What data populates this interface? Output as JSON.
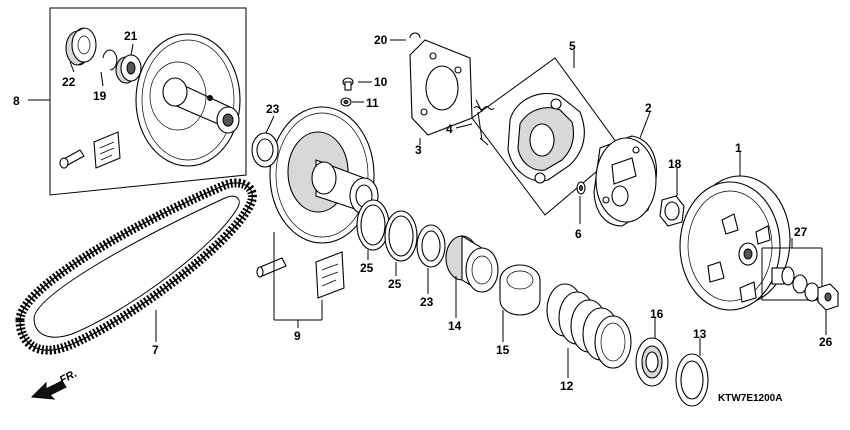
{
  "diagram": {
    "drawing_code": "KTW7E1200A",
    "direction_label": "FR.",
    "callouts": [
      {
        "id": "c1",
        "label": "1"
      },
      {
        "id": "c2",
        "label": "2"
      },
      {
        "id": "c3",
        "label": "3"
      },
      {
        "id": "c4",
        "label": "4"
      },
      {
        "id": "c5",
        "label": "5"
      },
      {
        "id": "c6",
        "label": "6"
      },
      {
        "id": "c7",
        "label": "7"
      },
      {
        "id": "c8",
        "label": "8"
      },
      {
        "id": "c9",
        "label": "9"
      },
      {
        "id": "c10",
        "label": "10"
      },
      {
        "id": "c11",
        "label": "11"
      },
      {
        "id": "c12",
        "label": "12"
      },
      {
        "id": "c13",
        "label": "13"
      },
      {
        "id": "c14",
        "label": "14"
      },
      {
        "id": "c15",
        "label": "15"
      },
      {
        "id": "c16",
        "label": "16"
      },
      {
        "id": "c18",
        "label": "18"
      },
      {
        "id": "c19",
        "label": "19"
      },
      {
        "id": "c20",
        "label": "20"
      },
      {
        "id": "c21",
        "label": "21"
      },
      {
        "id": "c22",
        "label": "22"
      },
      {
        "id": "c23a",
        "label": "23"
      },
      {
        "id": "c23b",
        "label": "23"
      },
      {
        "id": "c25a",
        "label": "25"
      },
      {
        "id": "c25b",
        "label": "25"
      },
      {
        "id": "c26",
        "label": "26"
      },
      {
        "id": "c27",
        "label": "27"
      }
    ]
  },
  "colors": {
    "line": "#000000",
    "shade": "#d8d8d8",
    "background": "#ffffff"
  }
}
